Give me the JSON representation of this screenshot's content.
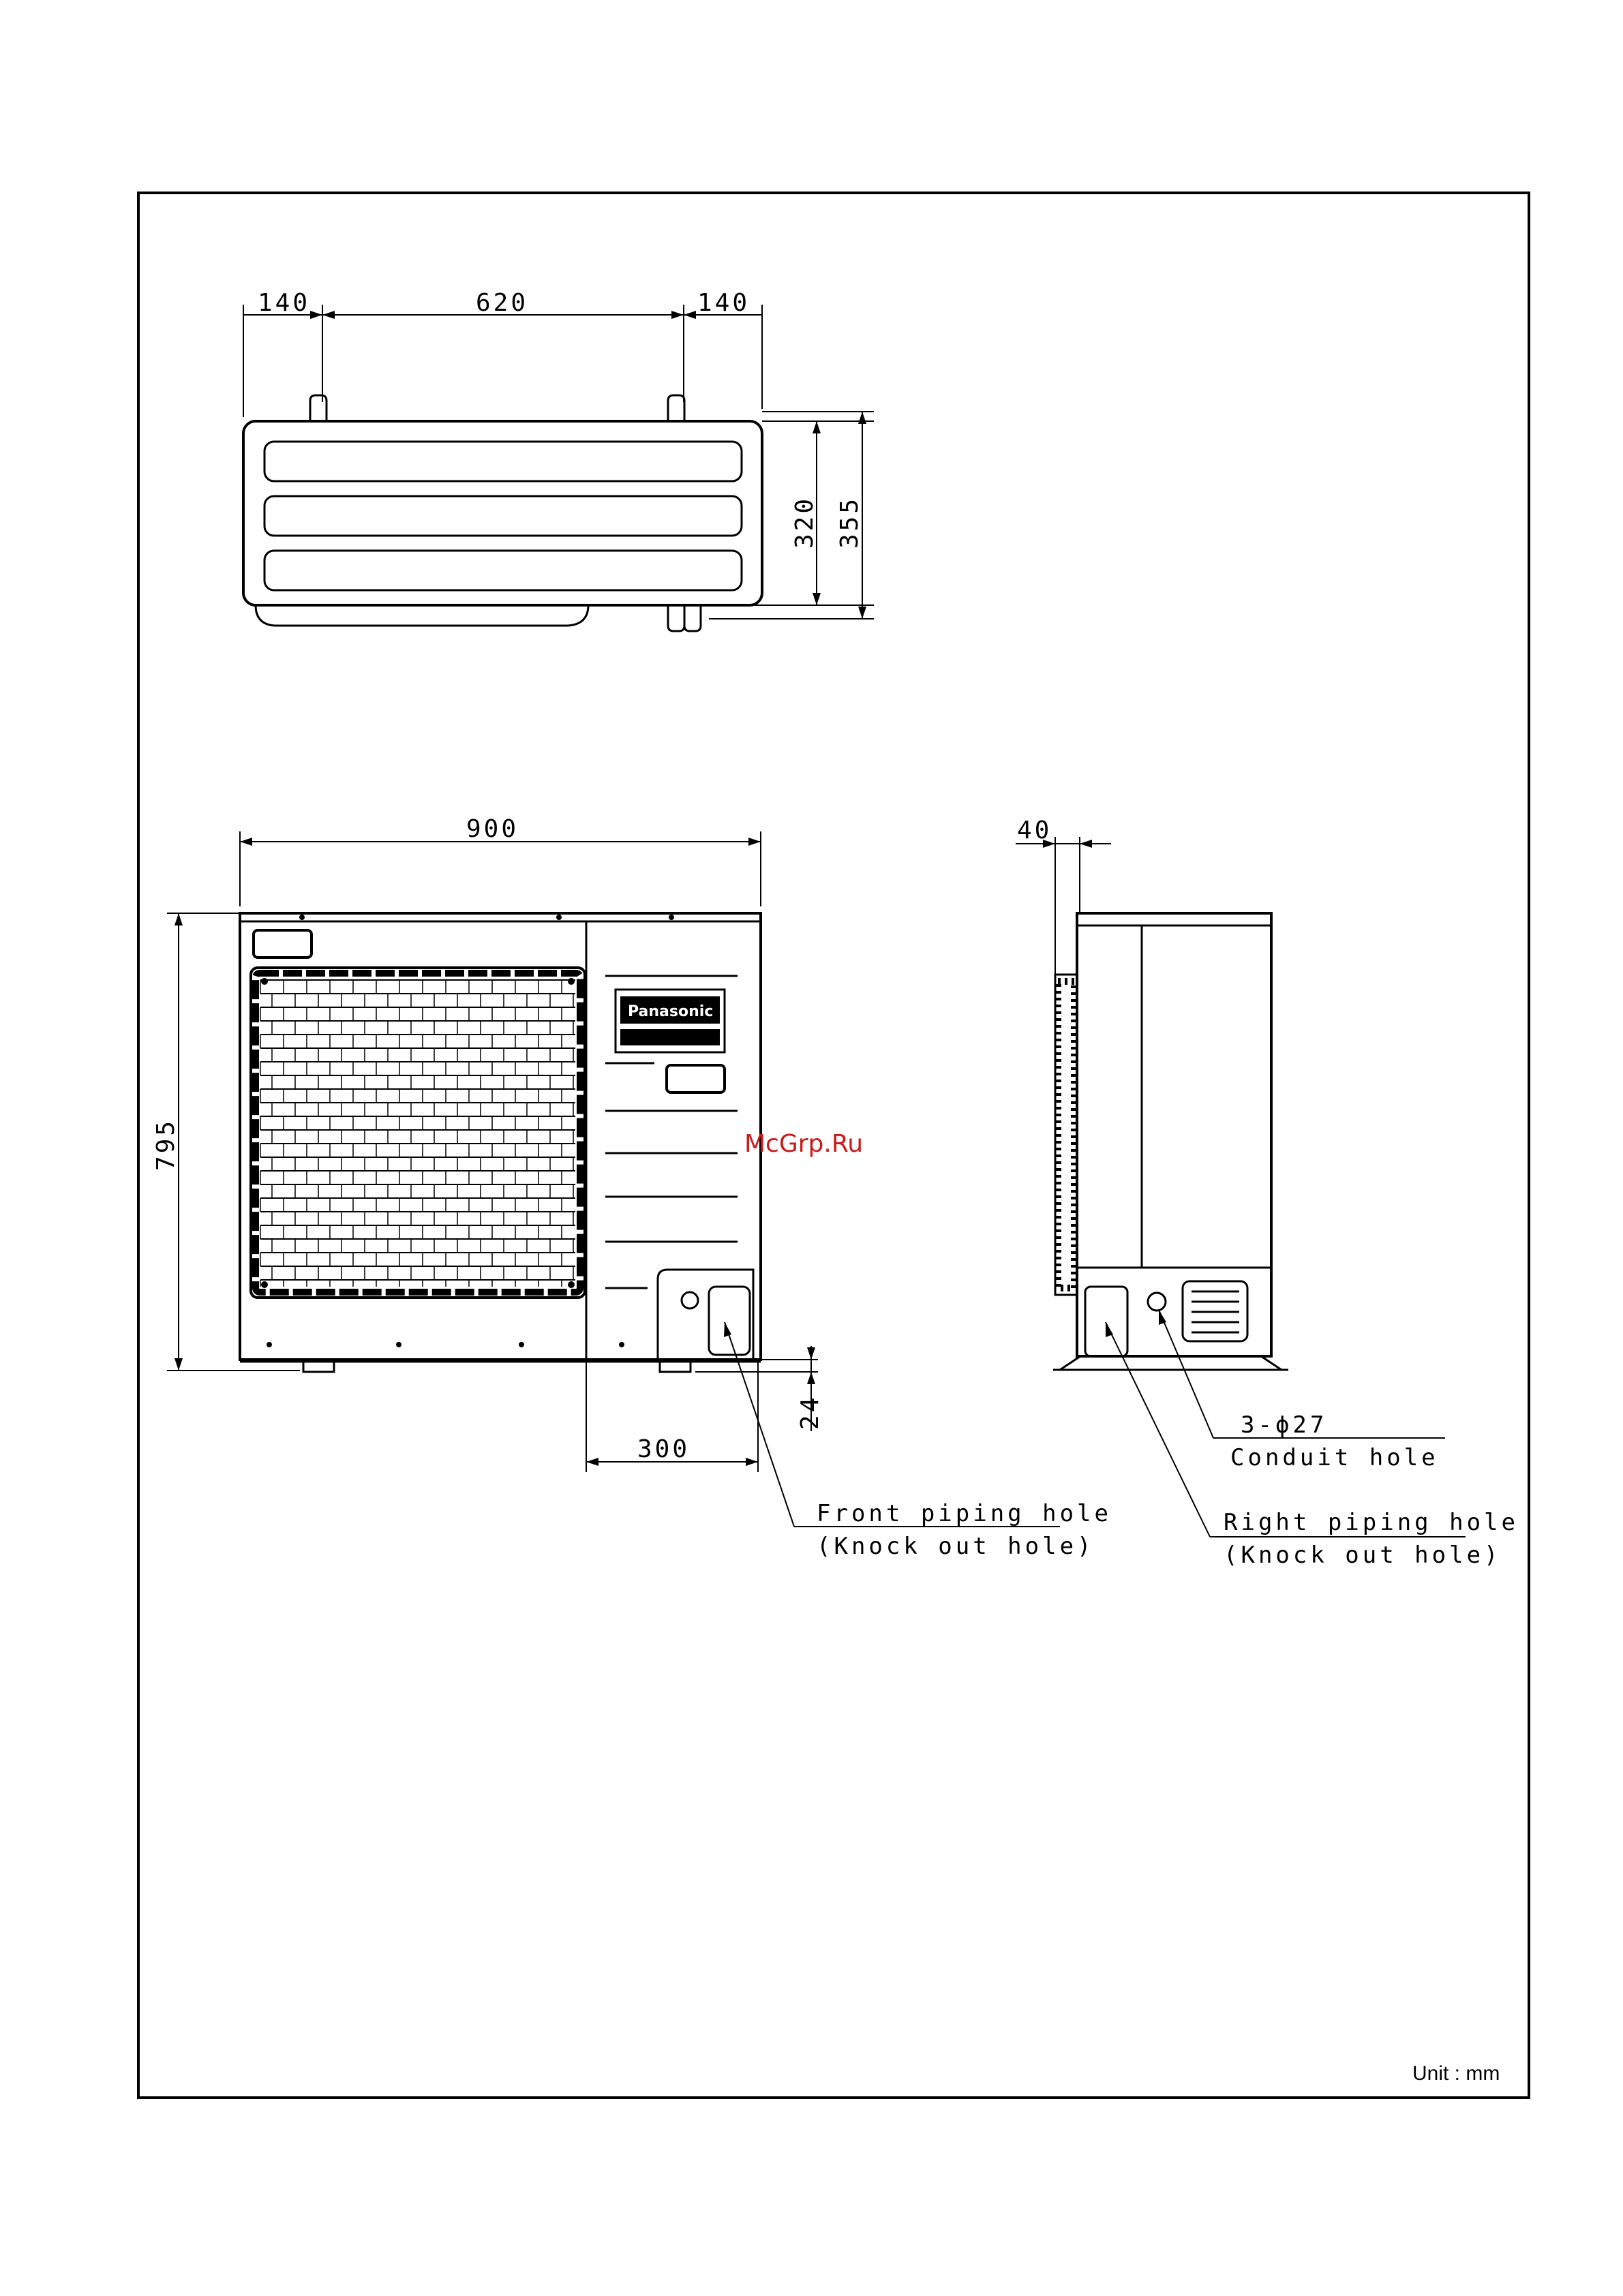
{
  "top_view": {
    "dims": {
      "left_offset": "140",
      "center_span": "620",
      "right_offset": "140",
      "depth_inner": "320",
      "depth_outer": "355"
    }
  },
  "front_view": {
    "dims": {
      "width": "900",
      "height": "795",
      "base": "24",
      "piping_offset": "300"
    },
    "brand": "Panasonic",
    "labels": {
      "front_piping_line1": "Front piping hole",
      "front_piping_line2": "(Knock out hole)"
    }
  },
  "side_view": {
    "dims": {
      "depth": "40"
    },
    "labels": {
      "conduit_count": "3-ϕ27",
      "conduit_name": "Conduit hole",
      "right_piping_line1": "Right piping hole",
      "right_piping_line2": "(Knock out hole)"
    }
  },
  "watermark": "McGrp.Ru",
  "unit_label": "Unit : mm"
}
